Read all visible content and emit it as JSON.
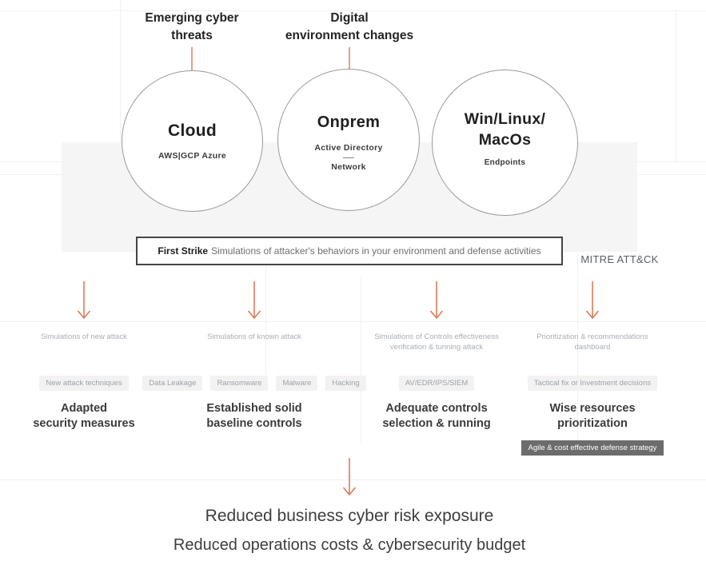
{
  "colors": {
    "accent": "#dd7a5a",
    "band": "#f5f5f5"
  },
  "top_headers": [
    {
      "label": "Emerging cyber\nthreats"
    },
    {
      "label": "Digital\nenvironment changes"
    }
  ],
  "circles": [
    {
      "title": "Cloud",
      "subtitle": "AWS|GCP Azure"
    },
    {
      "title": "Onprem",
      "sub1": "Active Directory",
      "sub2": "Network"
    },
    {
      "title": "Win/Linux/\nMacOs",
      "subtitle": "Endpoints"
    }
  ],
  "strike_box": {
    "bold": "First Strike",
    "rest": "Simulations of attacker's behaviors in your environment and defense activities"
  },
  "mitre_label": "MITRE ATT&CK",
  "columns": [
    {
      "caption": "Simulations of new attack",
      "tags": [
        "New attack techniques"
      ],
      "heading": "Adapted\nsecurity measures"
    },
    {
      "caption": "Simulations of known attack",
      "tags": [
        "Data Leakage",
        "Ransomware",
        "Malware",
        "Hacking"
      ],
      "heading": "Established solid\nbaseline controls"
    },
    {
      "caption": "Simulations of Controls effectiveness\nverification & tunning attack",
      "tags": [
        "AV/EDR/IPS/SIEM"
      ],
      "heading": "Adequate controls\nselection & running"
    },
    {
      "caption": "Prioritization & recommendations\ndashboard",
      "tags": [
        "Tactical fix or Investment decisions"
      ],
      "heading": "Wise resources\nprioritization"
    }
  ],
  "strategy_tag": "Agile & cost effective defense strategy",
  "outcomes": {
    "line1": "Reduced business cyber risk exposure",
    "line2": "Reduced operations costs & cybersecurity budget"
  }
}
